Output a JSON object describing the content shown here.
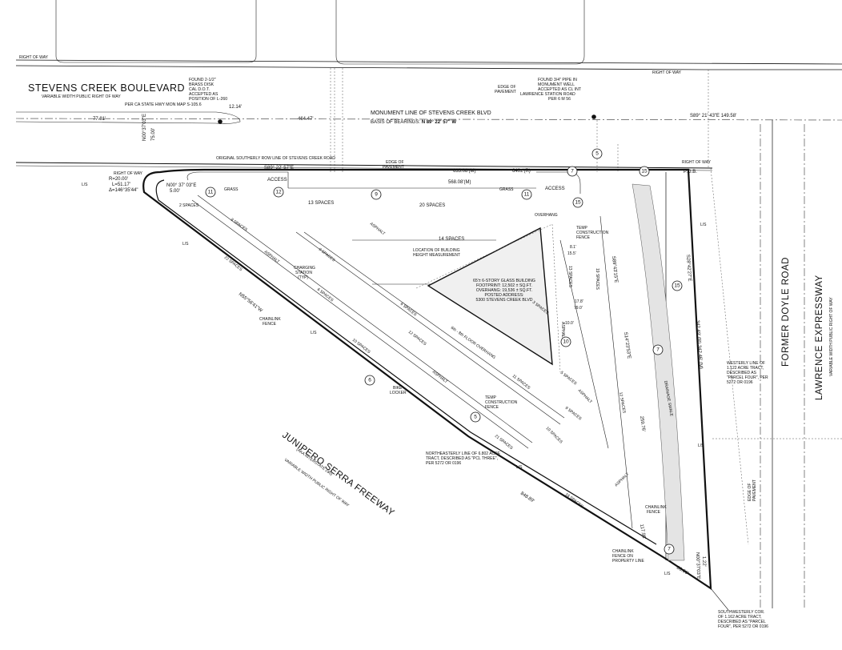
{
  "roads": {
    "stevens_creek_name": "STEVENS CREEK BOULEVARD",
    "stevens_creek_sub": "VARIABLE WIDTH PUBLIC RIGHT OF WAY",
    "lawrence_name": "LAWRENCE EXPRESSWAY",
    "lawrence_sub": "VARIABLE WIDTH PUBLIC RIGHT OF WAY",
    "doyle_name": "FORMER DOYLE ROAD",
    "junipero_name": "JUNIPERO SERRA FREEWAY",
    "junipero_sub1": "(AKA INTERSTATE 280)",
    "junipero_sub2": "VARIABLE WIDTH PUBLIC RIGHT OF WAY"
  },
  "labels": {
    "row_top_left": "RIGHT OF WAY",
    "row_top_right": "RIGHT OF WAY",
    "row_mid_right": "RIGHT OF WAY",
    "row_left": "RIGHT OF WAY",
    "monument_line": "MONUMENT LINE OF STEVENS CREEK BLVD",
    "basis_prefix": "BASIS OF BEARINGS: ",
    "basis_value": "N 89° 22' 57\" W",
    "brass_disk": [
      "FOUND 2-1/2\"",
      "BRASS DISK",
      "CAL D.O.T.",
      "ACCEPTED AS",
      "POSITION OF L-260",
      "PER CA STATE HWY MON MAP S-105.6"
    ],
    "found_pipe": [
      "FOUND 3/4\" PIPE IN",
      "MONUMENT WELL",
      "ACCEPTED AS CL INT",
      "LAWRENCE STATION ROAD",
      "PER 6 M 56"
    ],
    "edge_pavement_top": [
      "EDGE OF",
      "PAVEMENT"
    ],
    "edge_pavement_mid": [
      "EDGE OF",
      "PAVEMENT"
    ],
    "orig_row": "ORIGINAL SOUTHERLY ROW LINE OF STEVENS CREEK ROAD",
    "curve_r": "R=20.00'",
    "curve_l": "L=51.17'",
    "curve_d": "Δ=146°35'44\"",
    "pob": "P.O.B.",
    "access1": "ACCESS",
    "access2": "ACCESS",
    "building": [
      "65'± 6-STORY GLASS BUILDING",
      "FOOTPRINT: 12,502 ± SQ.FT.",
      "OVERHANG: 19,536 ± SQ.FT.",
      "POSTED ADDRESS:",
      "5300 STEVENS CREEK BLVD"
    ],
    "overhang": "OVERHANG",
    "temp_fence_1": [
      "TEMP",
      "CONSTRUCTION",
      "FENCE"
    ],
    "temp_fence_2": [
      "TEMP",
      "CONSTRUCTION",
      "FENCE"
    ],
    "bldg_height": [
      "LOCATION OF BUILDING",
      "HEIGHT MEASUREMENT"
    ],
    "charging": [
      "CHARGING",
      "STATION",
      "(TYP)"
    ],
    "chainlink_left": [
      "CHAINLINK",
      "FENCE"
    ],
    "chainlink_right": [
      "CHAINLINK",
      "FENCE"
    ],
    "chainlink_prop": [
      "CHAINLINK",
      "FENCE ON",
      "PROPERTY LINE"
    ],
    "bike_locker": [
      "BIKE",
      "LOCKER"
    ],
    "ne_line": [
      "NORTHEASTERLY LINE OF 6.802 ACRE",
      "TRACT, DESCRIBED AS \"PCL THREE\",",
      "PER 5272 OR 0196"
    ],
    "westerly_line": [
      "WESTERLY LINE OF",
      "1.122 ACRE TRACT,",
      "DESCRIBED AS",
      "\"PARCEL FOUR\", PER",
      "5272 OR 0196"
    ],
    "sw_corner": [
      "SOUTHWESTERLY COR.",
      "OF 1.162 ACRE TRACT,",
      "DESCRIBED AS \"PARCEL",
      "FOUR\", PER 5272 OR 0196"
    ],
    "edge_pavement_right": [
      "EDGE OF",
      "PAVEMENT"
    ],
    "drainage": "DRAINAGE SWALE",
    "grass1": "GRASS",
    "grass2": "GRASS",
    "asphalt": "ASPHALT",
    "ls": "L/S",
    "overhang_note": "6th - 8th FLOOR OVERHANG"
  },
  "bearings": {
    "b1": "S89° 22' 57\"E",
    "b2": "S89° 21' 43\"E  149.58'",
    "b3": "N00° 37' 03\"E",
    "b4": "N00°37'03\"E",
    "b5": "N55°56'41\"W",
    "b6": "S28°42'27\"E",
    "b7": "S89°43'15\"E",
    "b8": "S14°23'53\"E",
    "b9": "N00°37'03\"E"
  },
  "distances": {
    "d_77_81": "77.81'",
    "d_12_14": "12.14'",
    "d_464": "464.47'",
    "d_635": "635.08'(M)",
    "d_640": "640±'(R)",
    "d_568": "568.08'(M)",
    "d_5": "5.00'",
    "d_848": "848.89'",
    "d_342": "342.49' (R)  342.46' (M)",
    "d_75": "75.00'",
    "d_1_22": "1.22'",
    "d_80": "80.06'",
    "d_117": "117.98'",
    "d_259": "259.76'",
    "d_17_8": "17.8'",
    "d_79": "79.0'",
    "d_10": "10.0'",
    "d_15_5": "15.5'",
    "d_8_1": "8.1'"
  },
  "spaces": {
    "s13": "13 SPACES",
    "s20": "20 SPACES",
    "s14": "14 SPACES",
    "s2": "2 SPACES",
    "s8": "8 SPACES",
    "s22": "22 SPACES",
    "s9": "9 SPACES",
    "s6": "6 SPACES",
    "s6b": "6 SPACES",
    "s12": "12 SPACES",
    "s21": "21 SPACES",
    "s10": "10 SPACES",
    "s16": "16 SPACES",
    "s11": "11 SPACES",
    "s19": "19 SPACES",
    "s3": "3 SPACES",
    "s13b": "13 SPACES",
    "s5": "5 SPACES",
    "s10b": "10 SPACES",
    "s12b": "12 SPACES",
    "s9b": "9 SPACES"
  },
  "markers": [
    "11",
    "12",
    "9",
    "11",
    "7",
    "15",
    "5",
    "15",
    "15",
    "10",
    "7",
    "6",
    "5",
    "7"
  ]
}
